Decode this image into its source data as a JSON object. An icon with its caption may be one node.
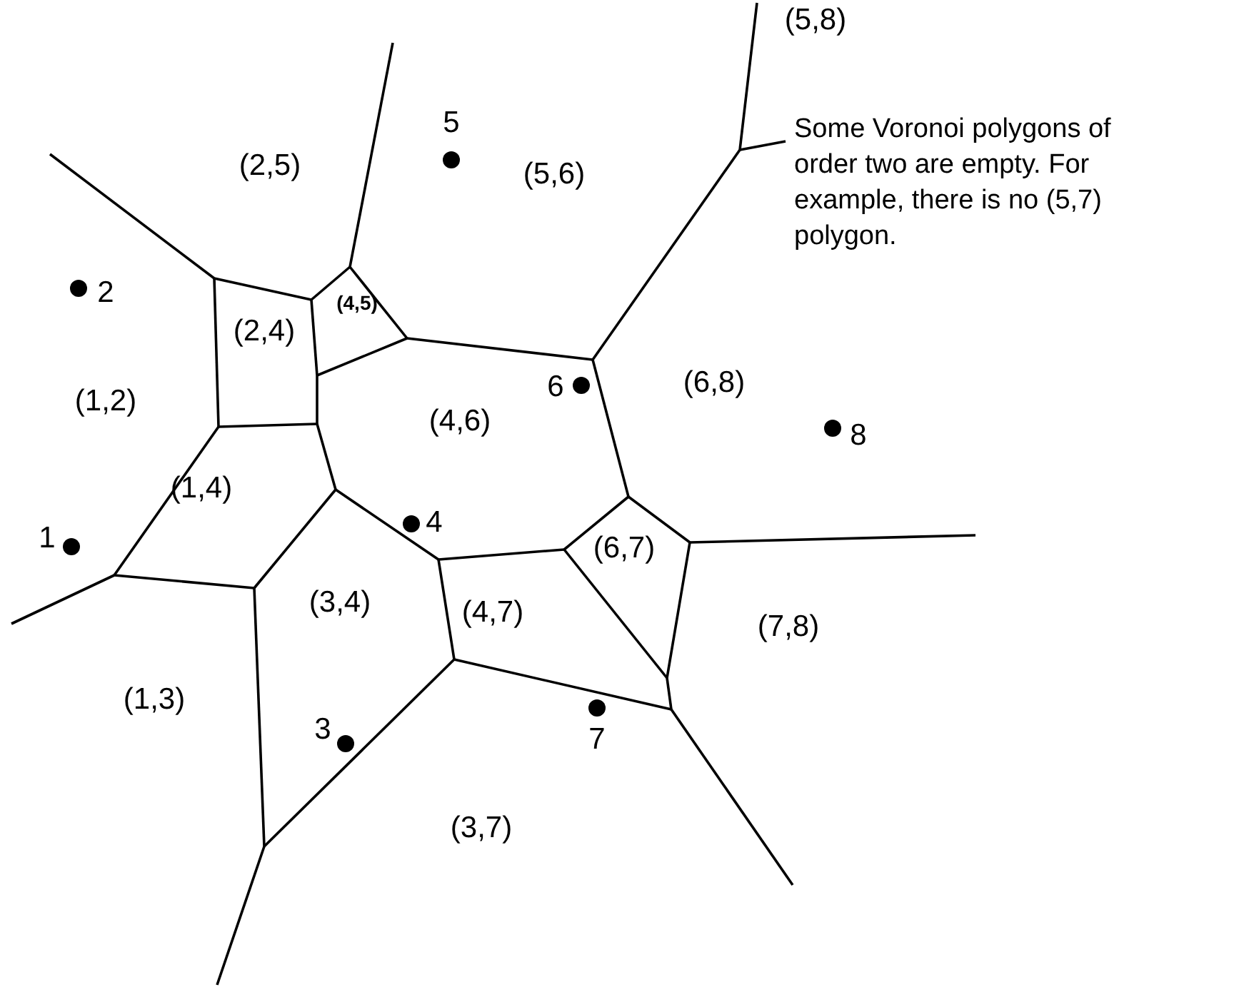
{
  "diagram": {
    "labels": [
      "(5,8)",
      "5",
      "(2,5)",
      "(5,6)",
      "Some Voronoi polygons of order two are empty. For example, there is no (5,7) polygon.",
      "2",
      "(4,5)",
      "(2,4)",
      "6",
      "(6,8)",
      "(1,2)",
      "(4,6)",
      "8",
      "(1,4)",
      "1",
      "4",
      "(6,7)",
      "(3,4)",
      "(4,7)",
      "(7,8)",
      "(1,3)",
      "7",
      "3",
      "(3,7)"
    ]
  }
}
